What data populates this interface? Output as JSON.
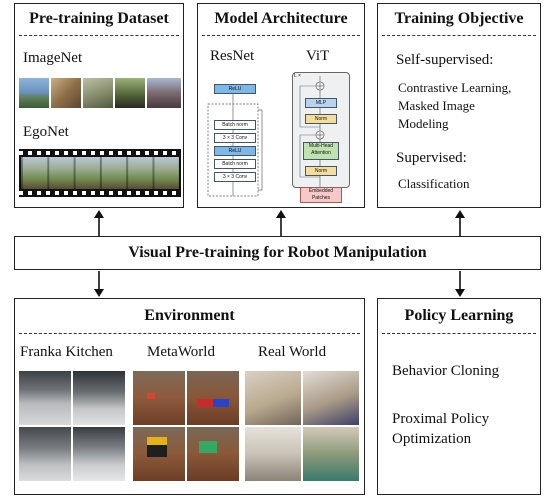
{
  "pretraining": {
    "title": "Pre-training Dataset",
    "imagenet_label": "ImageNet",
    "egonet_label": "EgoNet"
  },
  "model": {
    "title": "Model Architecture",
    "resnet_label": "ResNet",
    "vit_label": "ViT",
    "resnet_blocks": [
      "ReLU",
      "Batch norm",
      "3 × 3 Conv",
      "ReLU",
      "Batch norm",
      "3 × 3 Conv"
    ],
    "vit_blocks": [
      "MLP",
      "Norm",
      "Multi-Head Attention",
      "Norm",
      "Embedded Patches"
    ],
    "vit_repeat": "L ×"
  },
  "objective": {
    "title": "Training Objective",
    "self_supervised": "Self-supervised:",
    "self_items_line1": "Contrastive Learning,",
    "self_items_line2": "Masked Image",
    "self_items_line3": "Modeling",
    "supervised": "Supervised:",
    "supervised_item": "Classification"
  },
  "center": {
    "title": "Visual Pre-training for Robot Manipulation"
  },
  "environment": {
    "title": "Environment",
    "franka_label": "Franka Kitchen",
    "metaworld_label": "MetaWorld",
    "realworld_label": "Real World"
  },
  "policy": {
    "title": "Policy Learning",
    "item1": "Behavior Cloning",
    "item2_line1": "Proximal Policy",
    "item2_line2": "Optimization"
  },
  "colors": {
    "border": "#222222",
    "relu_blue": "#7fb8e6",
    "vit_mlp": "#b9d3ee",
    "vit_norm": "#f6dd9c",
    "vit_attn": "#bfe2b0",
    "vit_embed": "#f6c9c9"
  }
}
